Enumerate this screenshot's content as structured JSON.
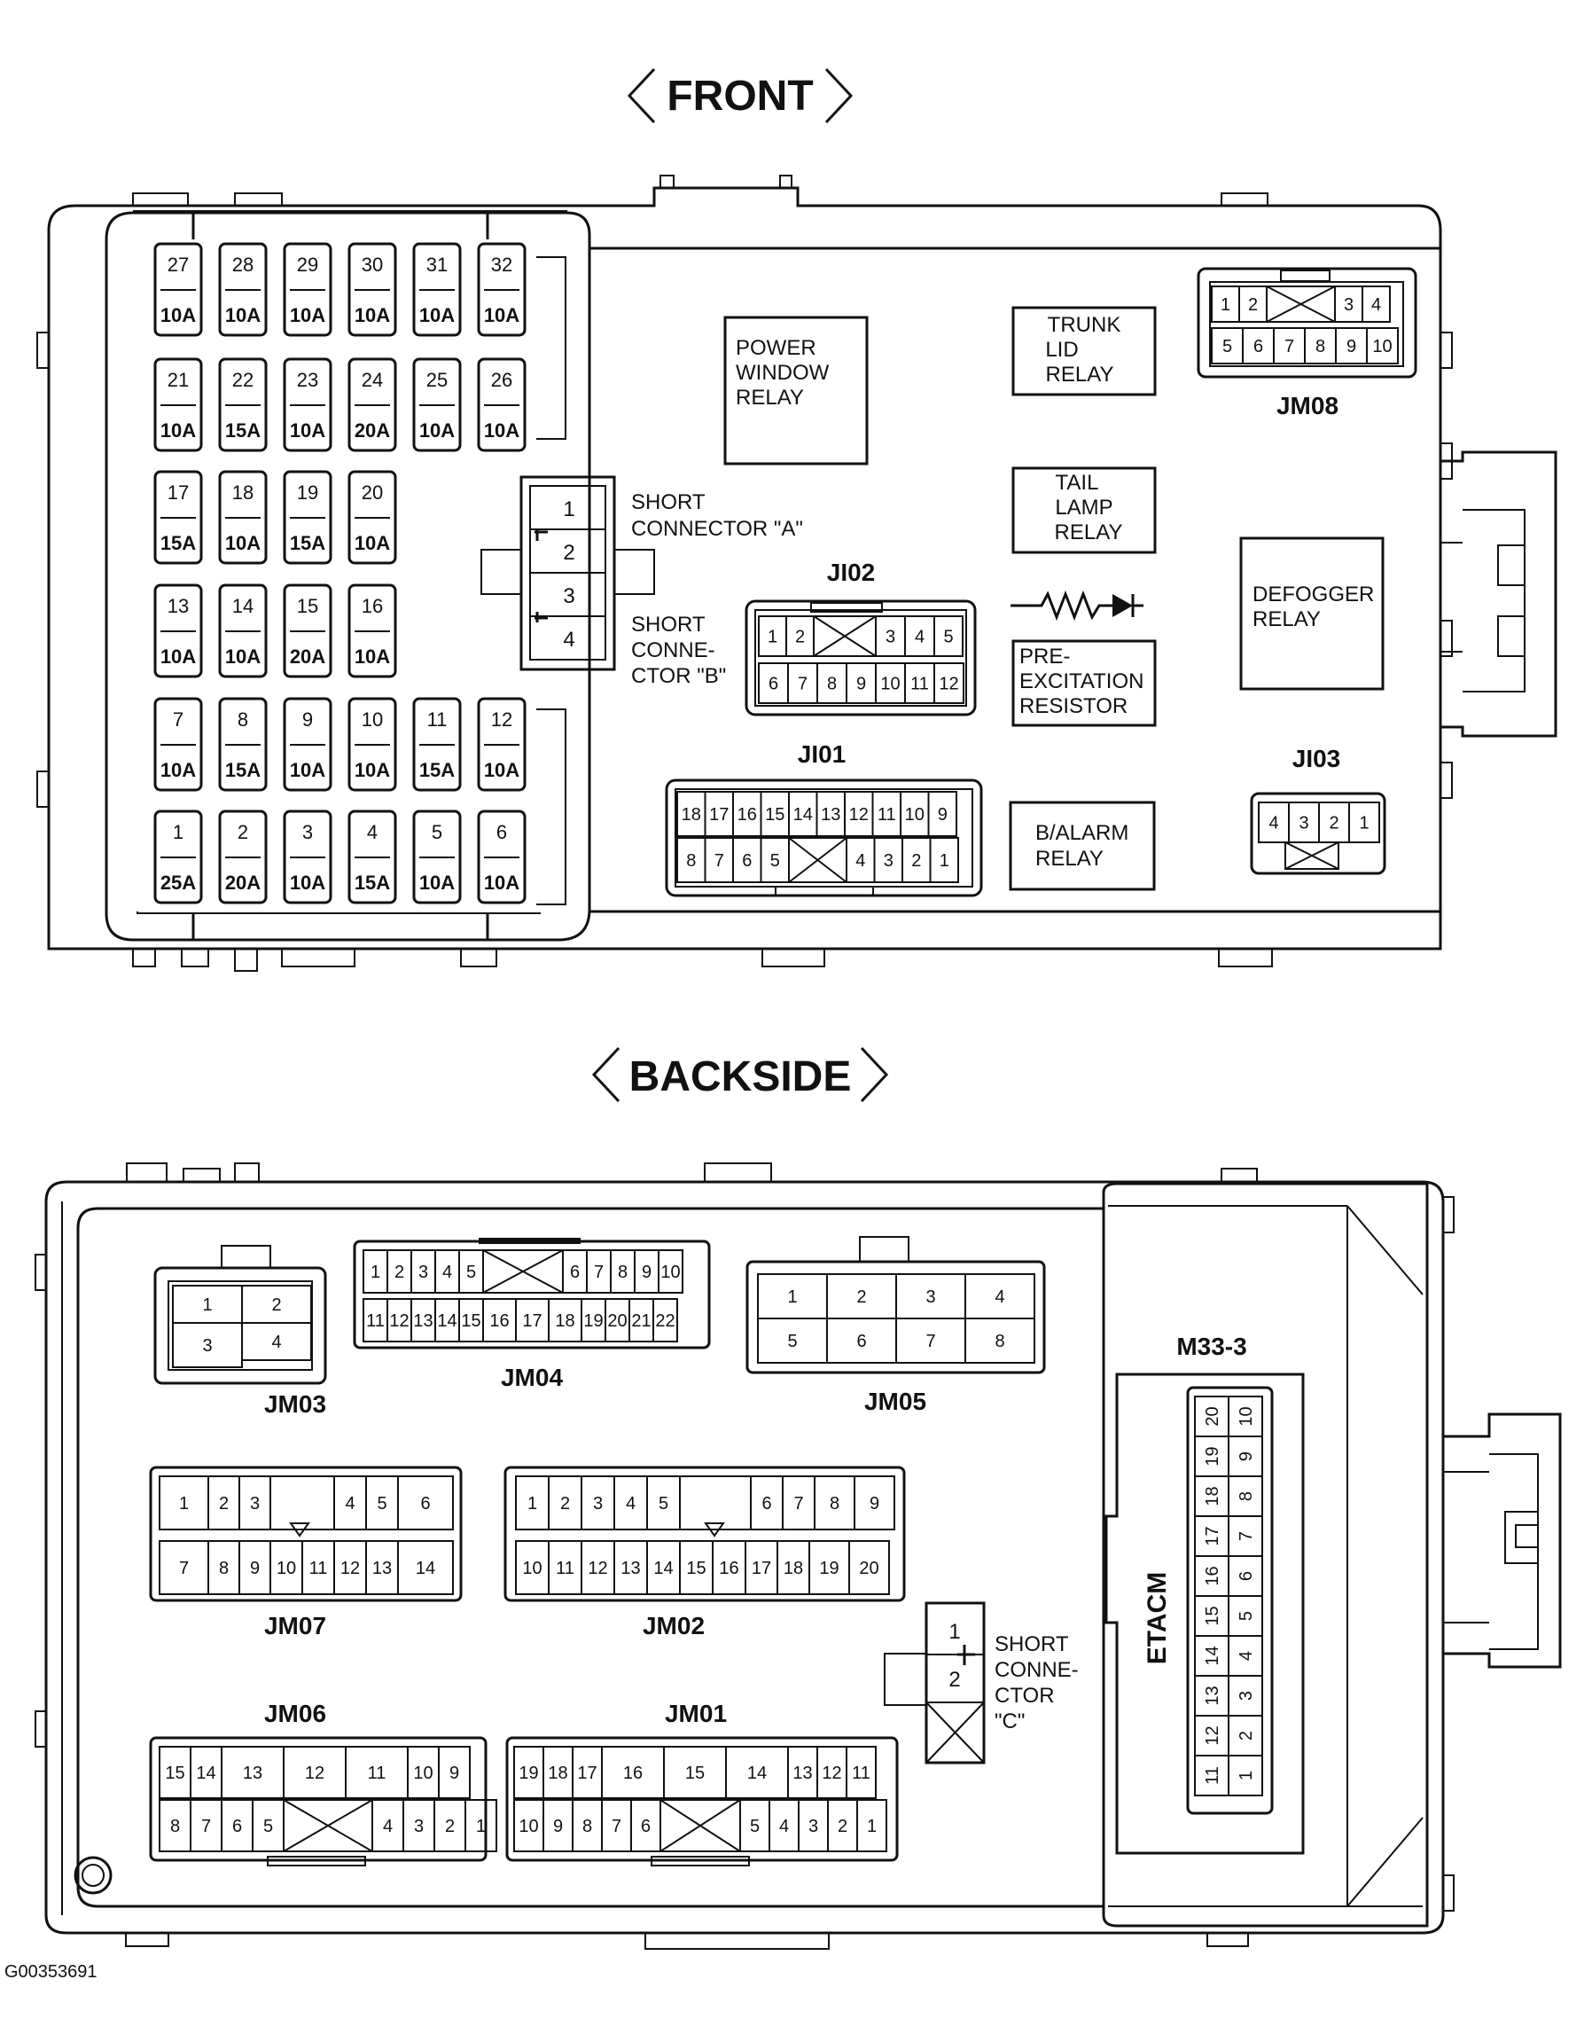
{
  "front": {
    "title": "FRONT",
    "fuses": [
      {
        "num": "27",
        "amp": "10A"
      },
      {
        "num": "28",
        "amp": "10A"
      },
      {
        "num": "29",
        "amp": "10A"
      },
      {
        "num": "30",
        "amp": "10A"
      },
      {
        "num": "31",
        "amp": "10A"
      },
      {
        "num": "32",
        "amp": "10A"
      },
      {
        "num": "21",
        "amp": "10A"
      },
      {
        "num": "22",
        "amp": "15A"
      },
      {
        "num": "23",
        "amp": "10A"
      },
      {
        "num": "24",
        "amp": "20A"
      },
      {
        "num": "25",
        "amp": "10A"
      },
      {
        "num": "26",
        "amp": "10A"
      },
      {
        "num": "17",
        "amp": "15A"
      },
      {
        "num": "18",
        "amp": "10A"
      },
      {
        "num": "19",
        "amp": "15A"
      },
      {
        "num": "20",
        "amp": "10A"
      },
      {
        "num": "13",
        "amp": "10A"
      },
      {
        "num": "14",
        "amp": "10A"
      },
      {
        "num": "15",
        "amp": "20A"
      },
      {
        "num": "16",
        "amp": "10A"
      },
      {
        "num": "7",
        "amp": "10A"
      },
      {
        "num": "8",
        "amp": "15A"
      },
      {
        "num": "9",
        "amp": "10A"
      },
      {
        "num": "10",
        "amp": "10A"
      },
      {
        "num": "11",
        "amp": "15A"
      },
      {
        "num": "12",
        "amp": "10A"
      },
      {
        "num": "1",
        "amp": "25A"
      },
      {
        "num": "2",
        "amp": "20A"
      },
      {
        "num": "3",
        "amp": "10A"
      },
      {
        "num": "4",
        "amp": "15A"
      },
      {
        "num": "5",
        "amp": "10A"
      },
      {
        "num": "6",
        "amp": "10A"
      }
    ],
    "relays": {
      "power_window": [
        "POWER",
        "WINDOW",
        "RELAY"
      ],
      "trunk_lid": [
        "TRUNK",
        "LID",
        "RELAY"
      ],
      "tail_lamp": [
        "TAIL",
        "LAMP",
        "RELAY"
      ],
      "defogger": [
        "DEFOGGER",
        "RELAY"
      ],
      "pre_excitation": [
        "PRE-",
        "EXCITATION",
        "RESISTOR"
      ],
      "b_alarm": [
        "B/ALARM",
        "RELAY"
      ]
    },
    "short_a": [
      "SHORT",
      "CONNECTOR \"A\""
    ],
    "short_b": [
      "SHORT",
      "CONNE-",
      "CTOR \"B\""
    ],
    "short_ab_pins": [
      "1",
      "2",
      "3",
      "4"
    ],
    "connectors": {
      "jm08": {
        "name": "JM08",
        "top": [
          "1",
          "2",
          "3",
          "4"
        ],
        "bottom": [
          "5",
          "6",
          "7",
          "8",
          "9",
          "10"
        ]
      },
      "ji02": {
        "name": "JI02",
        "top": [
          "1",
          "2",
          "3",
          "4",
          "5"
        ],
        "bottom": [
          "6",
          "7",
          "8",
          "9",
          "10",
          "11",
          "12"
        ]
      },
      "ji01": {
        "name": "JI01",
        "top": [
          "18",
          "17",
          "16",
          "15",
          "14",
          "13",
          "12",
          "11",
          "10",
          "9"
        ],
        "bottom": [
          "8",
          "7",
          "6",
          "5",
          "4",
          "3",
          "2",
          "1"
        ]
      },
      "ji03": {
        "name": "JI03",
        "pins": [
          "4",
          "3",
          "2",
          "1"
        ]
      }
    }
  },
  "back": {
    "title": "BACKSIDE",
    "connectors": {
      "jm03": {
        "name": "JM03",
        "pins": [
          "1",
          "2",
          "3",
          "4"
        ]
      },
      "jm04": {
        "name": "JM04",
        "top": [
          "1",
          "2",
          "3",
          "4",
          "5",
          "6",
          "7",
          "8",
          "9",
          "10"
        ],
        "bottom": [
          "11",
          "12",
          "13",
          "14",
          "15",
          "16",
          "17",
          "18",
          "19",
          "20",
          "21",
          "22"
        ]
      },
      "jm05": {
        "name": "JM05",
        "top": [
          "1",
          "2",
          "3",
          "4"
        ],
        "bottom": [
          "5",
          "6",
          "7",
          "8"
        ]
      },
      "jm07": {
        "name": "JM07",
        "top": [
          "1",
          "2",
          "3",
          "4",
          "5",
          "6"
        ],
        "bottom": [
          "7",
          "8",
          "9",
          "10",
          "11",
          "12",
          "13",
          "14"
        ]
      },
      "jm02": {
        "name": "JM02",
        "top": [
          "1",
          "2",
          "3",
          "4",
          "5",
          "6",
          "7",
          "8",
          "9"
        ],
        "bottom": [
          "10",
          "11",
          "12",
          "13",
          "14",
          "15",
          "16",
          "17",
          "18",
          "19",
          "20"
        ]
      },
      "jm06": {
        "name": "JM06",
        "top": [
          "15",
          "14",
          "13",
          "12",
          "11",
          "10",
          "9"
        ],
        "bottom": [
          "8",
          "7",
          "6",
          "5",
          "4",
          "3",
          "2",
          "1"
        ]
      },
      "jm01": {
        "name": "JM01",
        "top": [
          "19",
          "18",
          "17",
          "16",
          "15",
          "14",
          "13",
          "12",
          "11"
        ],
        "bottom": [
          "10",
          "9",
          "8",
          "7",
          "6",
          "5",
          "4",
          "3",
          "2",
          "1"
        ]
      },
      "m33_3": {
        "name": "M33-3",
        "label": "ETACM",
        "left": [
          "20",
          "19",
          "18",
          "17",
          "16",
          "15",
          "14",
          "13",
          "12",
          "11"
        ],
        "right": [
          "10",
          "9",
          "8",
          "7",
          "6",
          "5",
          "4",
          "3",
          "2",
          "1"
        ]
      }
    },
    "short_c": [
      "SHORT",
      "CONNE-",
      "CTOR",
      "\"C\""
    ],
    "short_c_pins": [
      "1",
      "2"
    ]
  },
  "figure_id": "G00353691"
}
